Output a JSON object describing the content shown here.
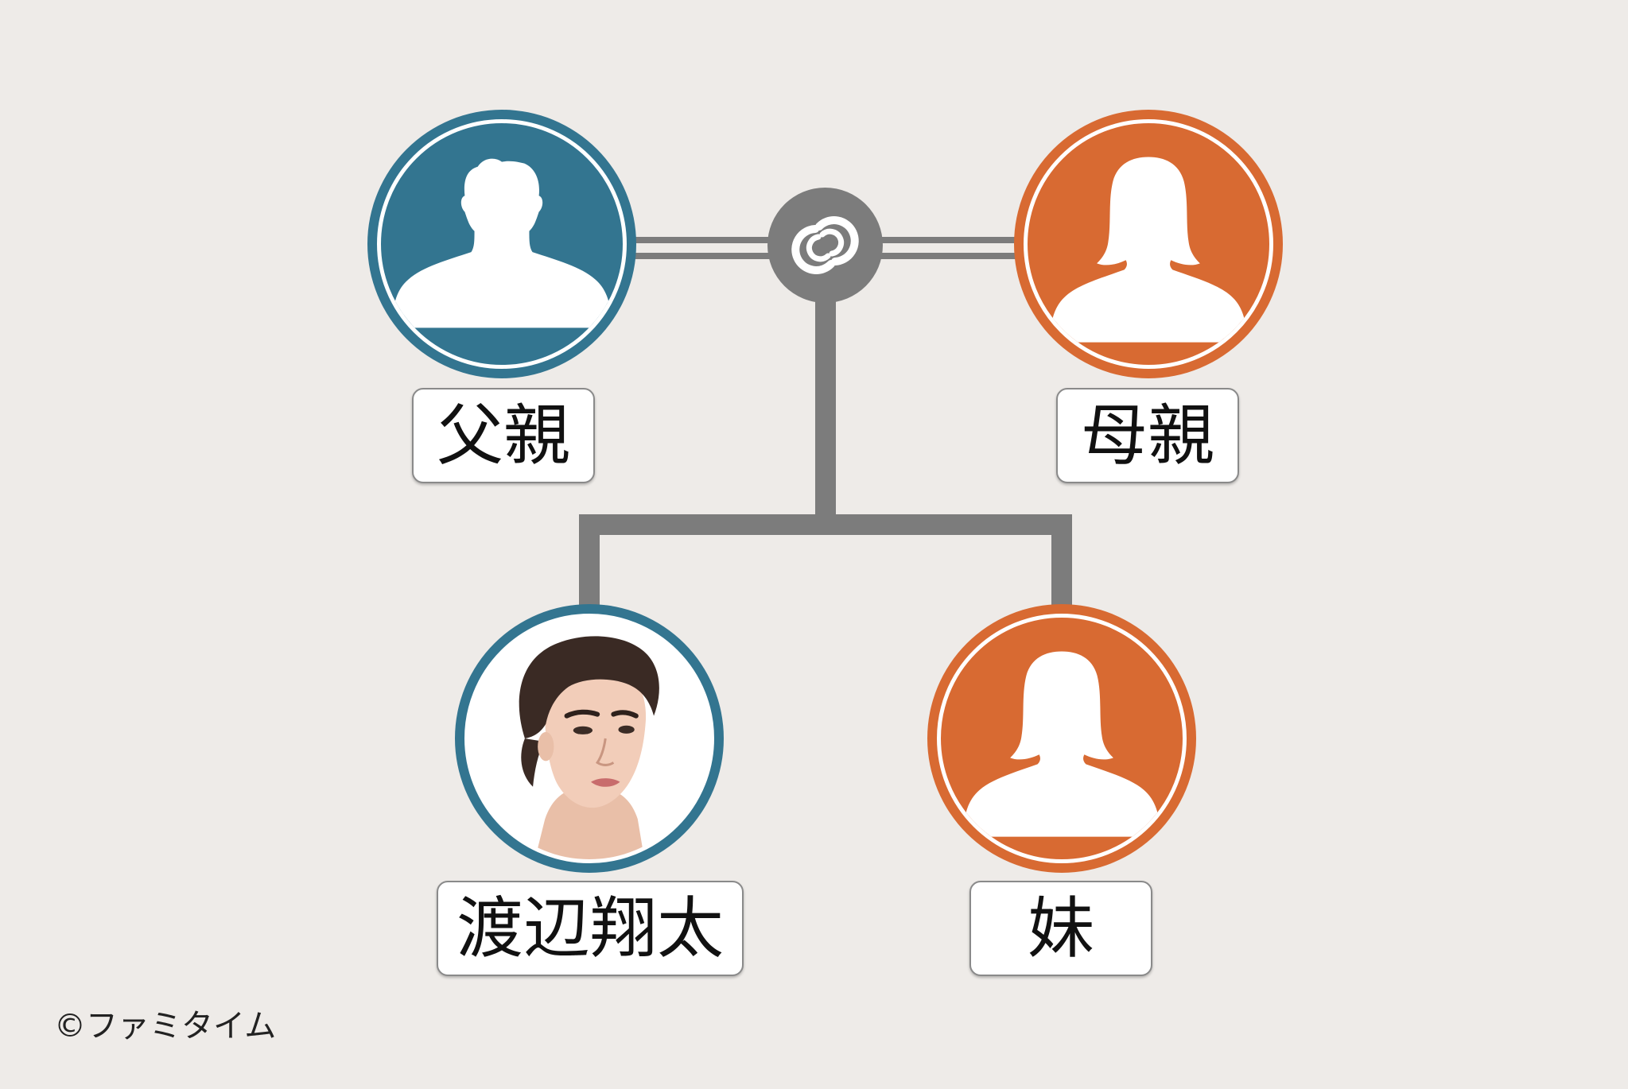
{
  "colors": {
    "male": "#337590",
    "female": "#d86a32",
    "line": "#7c7c7c",
    "background": "#eeebe8"
  },
  "persons": {
    "father": {
      "label": "父親",
      "gender": "male",
      "avatar": "male-silhouette-icon"
    },
    "mother": {
      "label": "母親",
      "gender": "female",
      "avatar": "female-silhouette-icon"
    },
    "self": {
      "label": "渡辺翔太",
      "gender": "male",
      "avatar": "portrait-illustration"
    },
    "sister": {
      "label": "妹",
      "gender": "female",
      "avatar": "female-silhouette-icon"
    }
  },
  "marriage_icon": "marriage-rings-icon",
  "copyright": "©ファミタイム"
}
